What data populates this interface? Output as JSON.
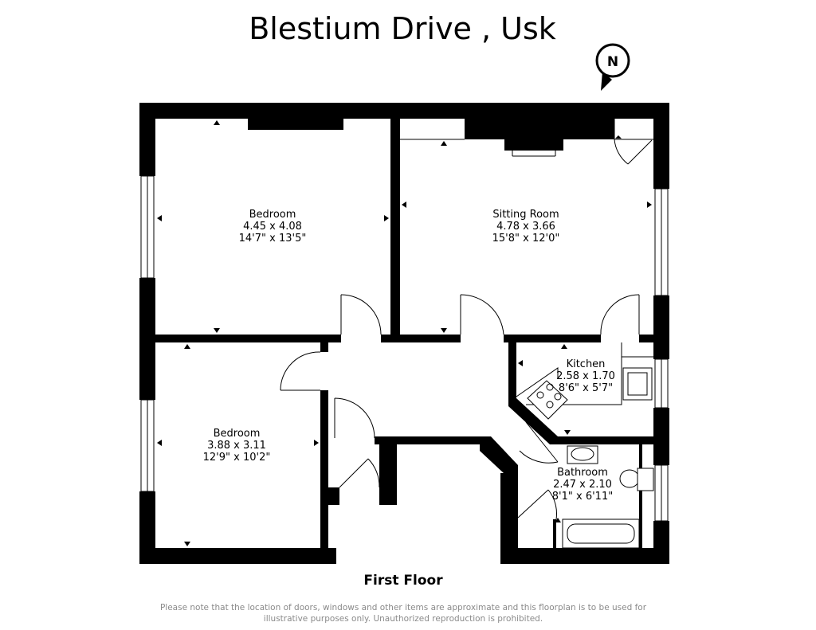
{
  "title": "Blestium Drive , Usk",
  "compass": {
    "letter": "N"
  },
  "rooms": [
    {
      "id": "bedroom-1",
      "name": "Bedroom",
      "metric": "4.45 x 4.08",
      "imperial": "14'7\" x 13'5\""
    },
    {
      "id": "sitting-room",
      "name": "Sitting Room",
      "metric": "4.78 x 3.66",
      "imperial": "15'8\" x 12'0\""
    },
    {
      "id": "kitchen",
      "name": "Kitchen",
      "metric": "2.58 x 1.70",
      "imperial": "8'6\" x 5'7\""
    },
    {
      "id": "bedroom-2",
      "name": "Bedroom",
      "metric": "3.88 x 3.11",
      "imperial": "12'9\" x 10'2\""
    },
    {
      "id": "bathroom",
      "name": "Bathroom",
      "metric": "2.47 x 2.10",
      "imperial": "8'1\" x 6'11\""
    }
  ],
  "floor_label": "First Floor",
  "disclaimer": "Please note that the location of doors, windows and other items are approximate and this floorplan is to be used for illustrative purposes only. Unauthorized reproduction is prohibited."
}
